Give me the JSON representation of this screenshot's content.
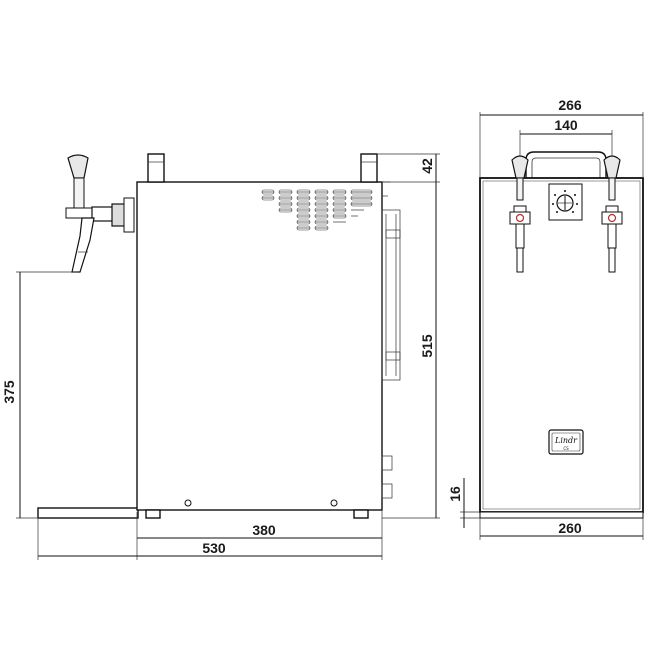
{
  "dimensions": {
    "side_tap_height": "375",
    "side_body_depth": "380",
    "side_total_depth": "530",
    "side_handle_height": "42",
    "side_body_height": "515",
    "front_total_width": "266",
    "front_tap_spacing": "140",
    "front_body_width": "260",
    "front_feet_height": "16"
  },
  "logo_text": "Lindr",
  "logo_sub": "CS",
  "colors": {
    "line": "#111111",
    "tap_handle": "#cccccc",
    "valve_red": "#b03030"
  },
  "icons": [
    "beer-tap-icon",
    "thermostat-knob-icon",
    "brand-logo"
  ]
}
